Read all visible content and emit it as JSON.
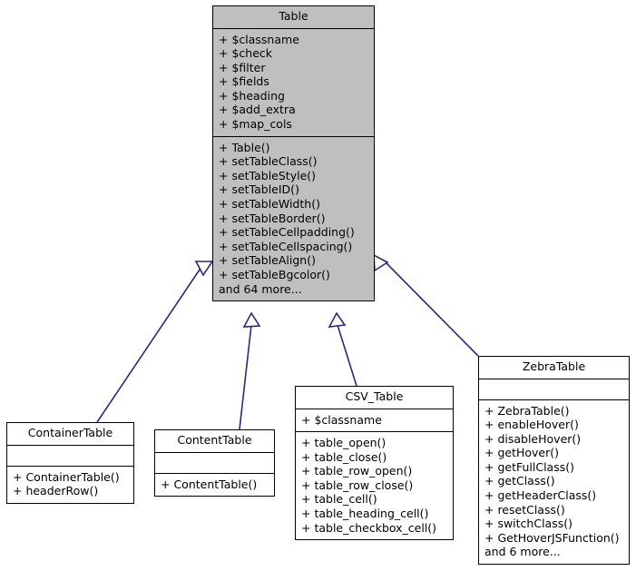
{
  "diagram": {
    "kind": "uml-class-inheritance-diagram",
    "background_color": "#ffffff",
    "base_class_fill": "#bfbfbf",
    "derived_class_fill": "#ffffff",
    "border_color": "#000000",
    "edge_color": "#2a2a7a",
    "classes": [
      {
        "id": "table",
        "name": "Table",
        "filled": true,
        "attributes": [
          "+ $classname",
          "+ $check",
          "+ $filter",
          "+ $fields",
          "+ $heading",
          "+ $add_extra",
          "+ $map_cols"
        ],
        "operations": [
          "+ Table()",
          "+ setTableClass()",
          "+ setTableStyle()",
          "+ setTableID()",
          "+ setTableWidth()",
          "+ setTableBorder()",
          "+ setTableCellpadding()",
          "+ setTableCellspacing()",
          "+ setTableAlign()",
          "+ setTableBgcolor()",
          "and 64 more..."
        ]
      },
      {
        "id": "container_table",
        "name": "ContainerTable",
        "filled": false,
        "attributes": [],
        "operations": [
          "+ ContainerTable()",
          "+ headerRow()"
        ]
      },
      {
        "id": "content_table",
        "name": "ContentTable",
        "filled": false,
        "attributes": [],
        "operations": [
          "+ ContentTable()"
        ]
      },
      {
        "id": "csv_table",
        "name": "CSV_Table",
        "filled": false,
        "attributes": [
          "+ $classname"
        ],
        "operations": [
          "+ table_open()",
          "+ table_close()",
          "+ table_row_open()",
          "+ table_row_close()",
          "+ table_cell()",
          "+ table_heading_cell()",
          "+ table_checkbox_cell()"
        ]
      },
      {
        "id": "zebra_table",
        "name": "ZebraTable",
        "filled": false,
        "attributes": [],
        "operations": [
          "+ ZebraTable()",
          "+ enableHover()",
          "+ disableHover()",
          "+ getHover()",
          "+ getFullClass()",
          "+ getClass()",
          "+ getHeaderClass()",
          "+ resetClass()",
          "+ switchClass()",
          "+ GetHoverJSFunction()",
          "and 6 more..."
        ]
      }
    ],
    "edges": [
      {
        "from": "container_table",
        "to": "table",
        "type": "generalization"
      },
      {
        "from": "content_table",
        "to": "table",
        "type": "generalization"
      },
      {
        "from": "csv_table",
        "to": "table",
        "type": "generalization"
      },
      {
        "from": "zebra_table",
        "to": "table",
        "type": "generalization"
      }
    ]
  }
}
